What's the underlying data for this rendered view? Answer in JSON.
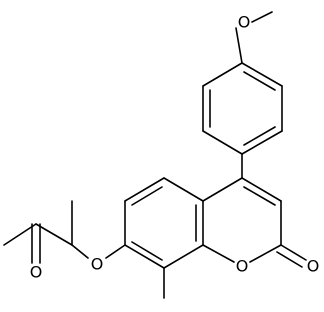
{
  "structure": {
    "atom_labels": {
      "methoxy_o": "O",
      "ether_o": "O",
      "ketone_o": "O",
      "ring_o": "O",
      "lactone_carbonyl_o": "O"
    },
    "colors": {
      "bond": "#000000",
      "text": "#000000",
      "background": "#ffffff"
    }
  }
}
